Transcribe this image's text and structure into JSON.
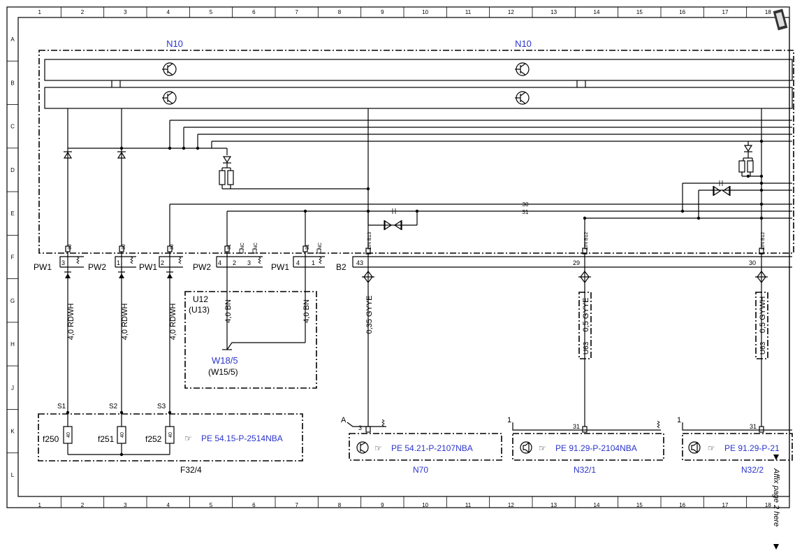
{
  "grid": {
    "columns": [
      "1",
      "2",
      "3",
      "4",
      "5",
      "6",
      "7",
      "8",
      "9",
      "10",
      "11",
      "12",
      "13",
      "14",
      "15",
      "16",
      "17",
      "18"
    ],
    "rows": [
      "A",
      "B",
      "C",
      "D",
      "E",
      "F",
      "G",
      "H",
      "J",
      "K",
      "L"
    ]
  },
  "modules": {
    "n10_left": "N10",
    "n10_right": "N10",
    "f32_4": "F32/4",
    "n70": "N70",
    "n32_1": "N32/1",
    "n32_2": "N32/2",
    "u12": "U12",
    "u13": "(U13)",
    "w18_5": "W18/5",
    "w15_5": "(W15/5)"
  },
  "bus": {
    "line30": "30",
    "line31": "31"
  },
  "connectors": {
    "pw1_a": "PW1",
    "pw2_a": "PW2",
    "pw1_b": "PW1",
    "pw2_b": "PW2",
    "pw1_c": "PW1",
    "b2": "B2",
    "pin_3": "3",
    "pin_1": "1",
    "pin_2": "2",
    "pin_4a": "4",
    "pin_2b": "2",
    "pin_3b": "3",
    "pin_4b": "4",
    "pin_1b": "1",
    "pin_43": "43",
    "pin_29": "29",
    "pin_30": "30",
    "t30_a": "30",
    "t30_b": "30",
    "t30_c": "30",
    "t31_a": "31",
    "nc_a": "NC",
    "nc_b": "NC",
    "t31_b": "31",
    "nc_c": "NC",
    "lin_b13": "LIN B13",
    "lin_b12_a": "LIN B12",
    "lin_b12_b": "LIN B12"
  },
  "wires": {
    "w1": "4,0 RDWH",
    "w2": "4,0 RDWH",
    "w3": "4,0 RDWH",
    "w4": "4,0 BN",
    "w5": "4,0 BN",
    "w6": "0,35 GYYE",
    "w7": "0,5 GYYE",
    "w8": "0,5 GYWH",
    "u63_a": "U63",
    "u63_b": "U63"
  },
  "fuses": {
    "s1": "S1",
    "s2": "S2",
    "s3": "S3",
    "f250": "f250",
    "f251": "f251",
    "f252": "f252",
    "rating_a": "40",
    "rating_b": "40",
    "rating_c": "40"
  },
  "refs": {
    "f32_4": "PE 54.15-P-2514NBA",
    "n70": "PE 54.21-P-2107NBA",
    "n32_1": "PE 91.29-P-2104NBA",
    "n32_2": "PE 91.29-P-21"
  },
  "lower_pins": {
    "a": "A",
    "one_a": "1",
    "one_b": "1",
    "p3": "3",
    "p31a": "31",
    "p31b": "31"
  },
  "side_note": "Affix page 2 here",
  "colors": {
    "link": "#2b35cc",
    "line": "#000000"
  }
}
